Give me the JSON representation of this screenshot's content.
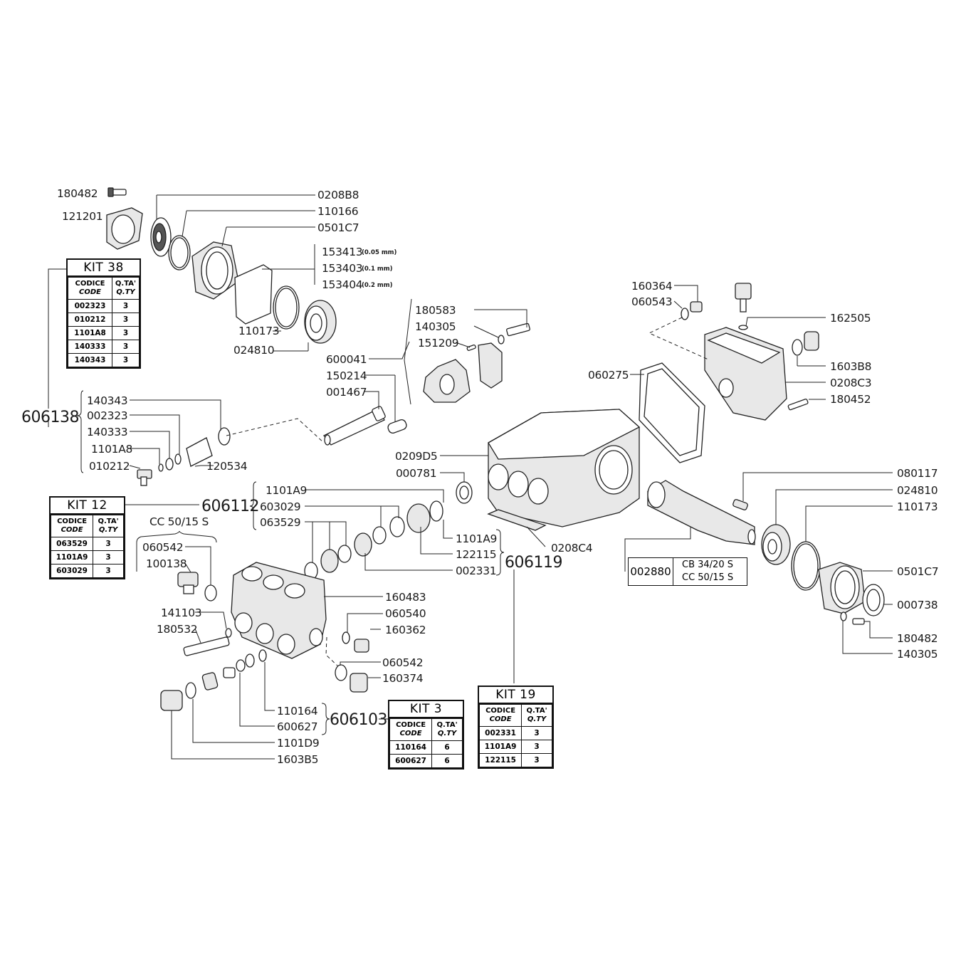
{
  "labels": {
    "l180482a": "180482",
    "l121201": "121201",
    "l0208B8": "0208B8",
    "l110166": "110166",
    "l0501C7a": "0501C7",
    "l153413": "153413",
    "l153403": "153403",
    "l153404": "153404",
    "n153413": "(0.05 mm)",
    "n153403": "(0.1 mm)",
    "n153404": "(0.2 mm)",
    "l110173a": "110173",
    "l024810a": "024810",
    "l180583": "180583",
    "l140305a": "140305",
    "l151209": "151209",
    "l600041": "600041",
    "l150214": "150214",
    "l001467": "001467",
    "l140343": "140343",
    "l002323": "002323",
    "l140333": "140333",
    "l1101A8": "1101A8",
    "l010212": "010212",
    "l120534": "120534",
    "l606138": "606138",
    "l160364": "160364",
    "l060543": "060543",
    "l162505": "162505",
    "l060275": "060275",
    "l1603B8": "1603B8",
    "l0208C3": "0208C3",
    "l180452": "180452",
    "l0209D5": "0209D5",
    "l000781": "000781",
    "l1101A9a": "1101A9",
    "l603029": "603029",
    "l063529": "063529",
    "l606112": "606112",
    "l1101A9b": "1101A9",
    "l122115": "122115",
    "l002331": "002331",
    "l606119": "606119",
    "l0208C4": "0208C4",
    "lCC": "CC 50/15 S",
    "l060542a": "060542",
    "l100138": "100138",
    "l141103": "141103",
    "l180532": "180532",
    "l160483": "160483",
    "l060540": "060540",
    "l160362": "160362",
    "l060542b": "060542",
    "l160374": "160374",
    "l110164": "110164",
    "l600627": "600627",
    "l606103": "606103",
    "l1101D9": "1101D9",
    "l1603B5": "1603B5",
    "l080117": "080117",
    "l024810b": "024810",
    "l110173b": "110173",
    "l0501C7b": "0501C7",
    "l000738": "000738",
    "l180482b": "180482",
    "l140305b": "140305"
  },
  "kits": {
    "kit38": {
      "title": "KIT 38",
      "h1": "CODICE",
      "h1b": "CODE",
      "h2": "Q.TA'",
      "h2b": "Q.TY",
      "rows": [
        [
          "002323",
          "3"
        ],
        [
          "010212",
          "3"
        ],
        [
          "1101A8",
          "3"
        ],
        [
          "140333",
          "3"
        ],
        [
          "140343",
          "3"
        ]
      ]
    },
    "kit12": {
      "title": "KIT 12",
      "h1": "CODICE",
      "h1b": "CODE",
      "h2": "Q.TA'",
      "h2b": "Q.TY",
      "rows": [
        [
          "063529",
          "3"
        ],
        [
          "1101A9",
          "3"
        ],
        [
          "603029",
          "3"
        ]
      ]
    },
    "kit3": {
      "title": "KIT 3",
      "h1": "CODICE",
      "h1b": "CODE",
      "h2": "Q.TA'",
      "h2b": "Q.TY",
      "rows": [
        [
          "110164",
          "6"
        ],
        [
          "600627",
          "6"
        ]
      ]
    },
    "kit19": {
      "title": "KIT 19",
      "h1": "CODICE",
      "h1b": "CODE",
      "h2": "Q.TA'",
      "h2b": "Q.TY",
      "rows": [
        [
          "002331",
          "3"
        ],
        [
          "1101A9",
          "3"
        ],
        [
          "122115",
          "3"
        ]
      ]
    }
  },
  "crank_box": {
    "code": "002880",
    "models": [
      "CB 34/20 S",
      "CC 50/15 S"
    ]
  }
}
